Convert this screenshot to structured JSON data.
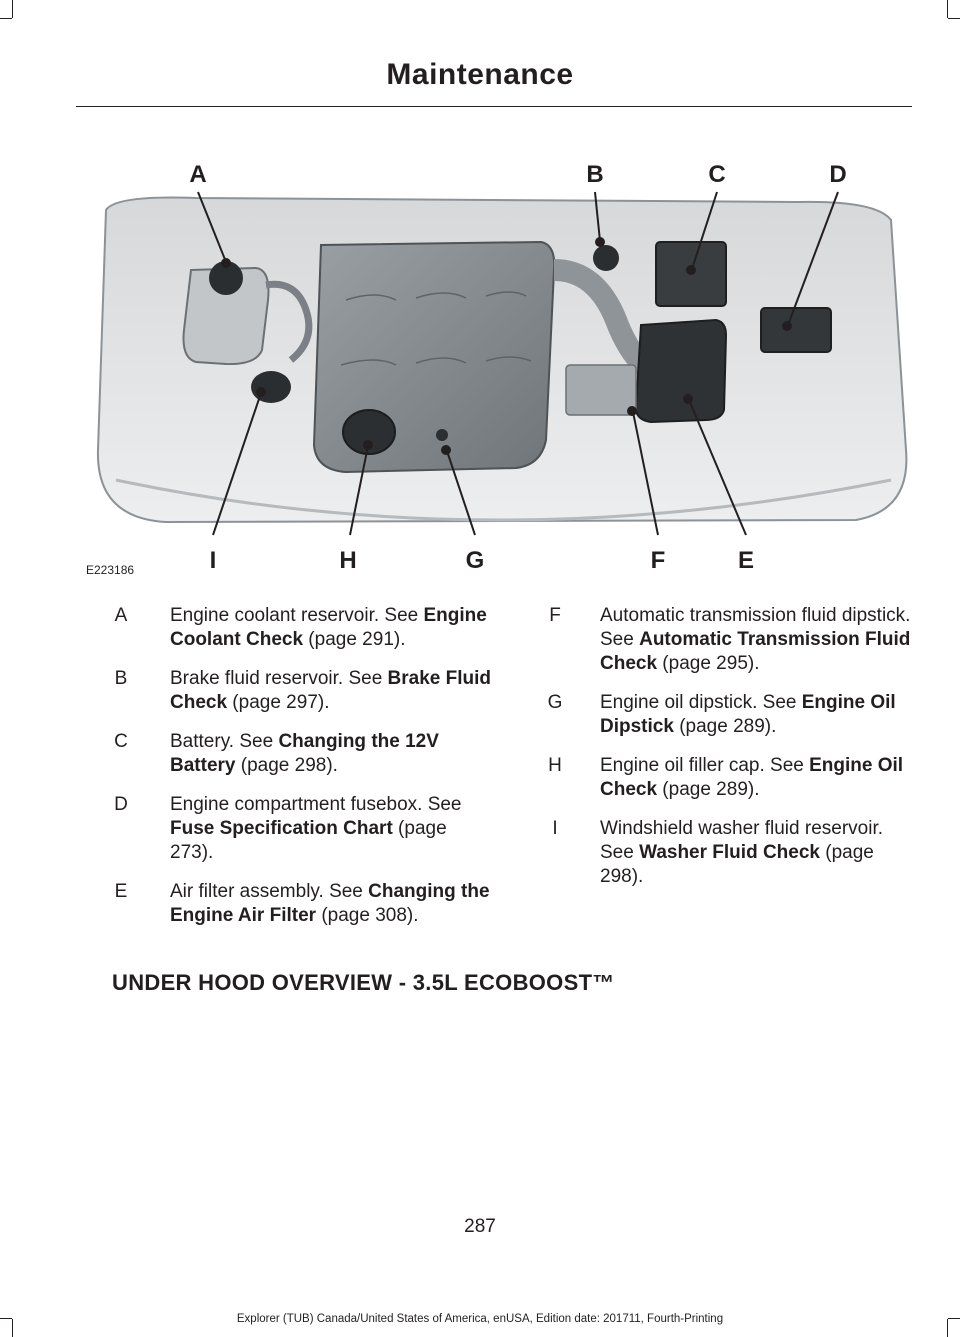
{
  "header": {
    "title": "Maintenance"
  },
  "figure": {
    "id": "E223186",
    "callouts": [
      "A",
      "B",
      "C",
      "D",
      "E",
      "F",
      "G",
      "H",
      "I"
    ]
  },
  "items_left": [
    {
      "letter": "A",
      "text": "Engine coolant reservoir.  See ",
      "link": "Engine Coolant Check",
      "page": " (page 291)."
    },
    {
      "letter": "B",
      "text": "Brake fluid reservoir.  See ",
      "link": "Brake Fluid Check",
      "page": " (page 297)."
    },
    {
      "letter": "C",
      "text": "Battery.  See ",
      "link": "Changing the 12V Battery",
      "page": " (page 298)."
    },
    {
      "letter": "D",
      "text": "Engine compartment fusebox.  See ",
      "link": "Fuse Specification Chart",
      "page": " (page 273)."
    },
    {
      "letter": "E",
      "text": "Air filter assembly.  See ",
      "link": "Changing the Engine Air Filter",
      "page": " (page 308)."
    }
  ],
  "items_right": [
    {
      "letter": "F",
      "text": "Automatic transmission fluid dipstick.  See ",
      "link": "Automatic Transmission Fluid Check",
      "page": " (page 295)."
    },
    {
      "letter": "G",
      "text": "Engine oil dipstick.  See ",
      "link": "Engine Oil Dipstick",
      "page": " (page 289)."
    },
    {
      "letter": "H",
      "text": "Engine oil filler cap.  See ",
      "link": "Engine Oil Check",
      "page": " (page 289)."
    },
    {
      "letter": "I",
      "text": "Windshield washer fluid reservoir.  See ",
      "link": "Washer Fluid Check",
      "page": " (page 298)."
    }
  ],
  "section": {
    "heading": "UNDER HOOD OVERVIEW - 3.5L ECOBOOST™"
  },
  "page": {
    "number": "287"
  },
  "footer": {
    "text": "Explorer (TUB) Canada/United States of America, enUSA, Edition date: 201711, Fourth-Printing"
  }
}
